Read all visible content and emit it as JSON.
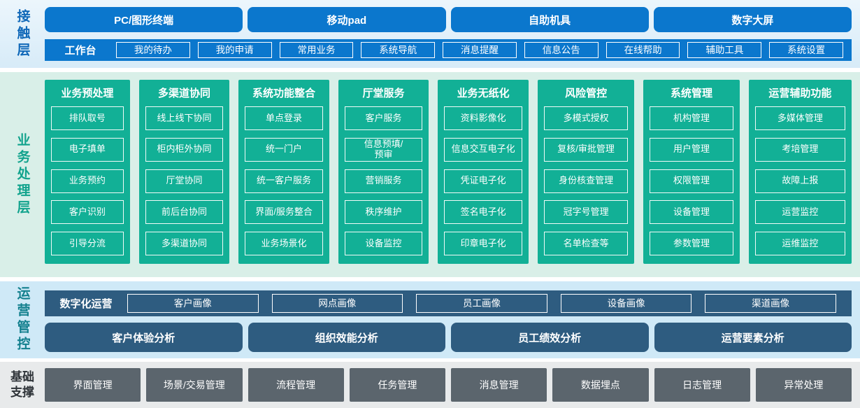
{
  "colors": {
    "contact_blue": "#0b77cd",
    "contact_bg": "#d7ebf8",
    "business_green": "#12b096",
    "business_bg": "#d9efe8",
    "ops_navy": "#2e5c80",
    "ops_bg": "#cfe9f7",
    "foundation_gray": "#5b656d",
    "foundation_bg": "#e8eaeb"
  },
  "contact_layer": {
    "label": "接触层",
    "terminals": [
      "PC/图形终端",
      "移动pad",
      "自助机具",
      "数字大屏"
    ],
    "workbench": {
      "label": "工作台",
      "items": [
        "我的待办",
        "我的申请",
        "常用业务",
        "系统导航",
        "消息提醒",
        "信息公告",
        "在线帮助",
        "辅助工具",
        "系统设置"
      ]
    }
  },
  "business_layer": {
    "label": "业务处理层",
    "columns": [
      {
        "title": "业务预处理",
        "items": [
          "排队取号",
          "电子填单",
          "业务预约",
          "客户识别",
          "引导分流"
        ]
      },
      {
        "title": "多渠道协同",
        "items": [
          "线上线下协同",
          "柜内柜外协同",
          "厅堂协同",
          "前后台协同",
          "多渠道协同"
        ]
      },
      {
        "title": "系统功能整合",
        "items": [
          "单点登录",
          "统一门户",
          "统一客户服务",
          "界面/服务整合",
          "业务场景化"
        ]
      },
      {
        "title": "厅堂服务",
        "items": [
          "客户服务",
          "信息预填/\n预审",
          "营销服务",
          "秩序维护",
          "设备监控"
        ]
      },
      {
        "title": "业务无纸化",
        "items": [
          "资料影像化",
          "信息交互电子化",
          "凭证电子化",
          "签名电子化",
          "印章电子化"
        ]
      },
      {
        "title": "风险管控",
        "items": [
          "多模式授权",
          "复核/审批管理",
          "身份核查管理",
          "冠字号管理",
          "名单检查等"
        ]
      },
      {
        "title": "系统管理",
        "items": [
          "机构管理",
          "用户管理",
          "权限管理",
          "设备管理",
          "参数管理"
        ]
      },
      {
        "title": "运营辅助功能",
        "items": [
          "多媒体管理",
          "考培管理",
          "故障上报",
          "运营监控",
          "运维监控"
        ]
      }
    ]
  },
  "operations_layer": {
    "label": "运营管控",
    "digital_ops": {
      "label": "数字化运营",
      "items": [
        "客户画像",
        "网点画像",
        "员工画像",
        "设备画像",
        "渠道画像"
      ]
    },
    "analysis": [
      "客户体验分析",
      "组织效能分析",
      "员工绩效分析",
      "运营要素分析"
    ]
  },
  "foundation_layer": {
    "label": "基础支撑",
    "items": [
      "界面管理",
      "场景/交易管理",
      "流程管理",
      "任务管理",
      "消息管理",
      "数据埋点",
      "日志管理",
      "异常处理"
    ]
  }
}
